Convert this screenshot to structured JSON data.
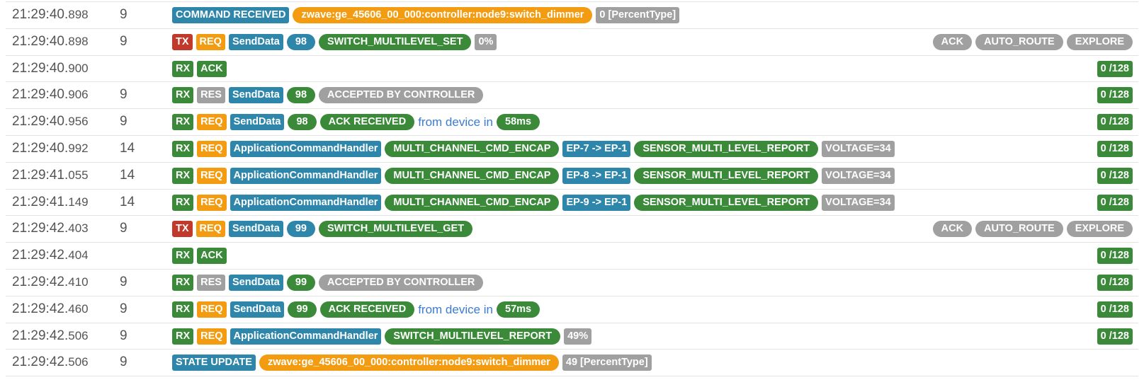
{
  "colors": {
    "red": "#c0392b",
    "orange": "#f39c12",
    "blue": "#2e86ab",
    "green": "#3a8a3a",
    "gray": "#a0a0a0",
    "link_blue": "#3a7bd5"
  },
  "rows": [
    {
      "time": "21:29:40.",
      "ms": "898",
      "node": "9",
      "tags": [
        {
          "text": "COMMAND RECEIVED",
          "style": "lbl",
          "color": "blue"
        },
        {
          "text": "zwave:ge_45606_00_000:controller:node9:switch_dimmer",
          "style": "pill",
          "color": "orange"
        },
        {
          "text": "0 [PercentType]",
          "style": "lbl",
          "color": "gray"
        }
      ],
      "right": []
    },
    {
      "time": "21:29:40.",
      "ms": "898",
      "node": "9",
      "tags": [
        {
          "text": "TX",
          "style": "lbl",
          "color": "red"
        },
        {
          "text": "REQ",
          "style": "lbl",
          "color": "orange"
        },
        {
          "text": "SendData",
          "style": "lbl",
          "color": "blue"
        },
        {
          "text": "98",
          "style": "pill",
          "color": "blue"
        },
        {
          "text": "SWITCH_MULTILEVEL_SET",
          "style": "pill",
          "color": "green"
        },
        {
          "text": "0%",
          "style": "lbl",
          "color": "gray"
        }
      ],
      "right": [
        {
          "text": "ACK",
          "style": "pill",
          "color": "gray"
        },
        {
          "text": "AUTO_ROUTE",
          "style": "pill",
          "color": "gray"
        },
        {
          "text": "EXPLORE",
          "style": "pill",
          "color": "gray"
        }
      ]
    },
    {
      "time": "21:29:40.",
      "ms": "900",
      "node": "",
      "tags": [
        {
          "text": "RX",
          "style": "lbl",
          "color": "green"
        },
        {
          "text": "ACK",
          "style": "lbl",
          "color": "green"
        }
      ],
      "right": [
        {
          "text": "0 /128",
          "style": "lbl",
          "color": "green"
        }
      ]
    },
    {
      "time": "21:29:40.",
      "ms": "906",
      "node": "9",
      "tags": [
        {
          "text": "RX",
          "style": "lbl",
          "color": "green"
        },
        {
          "text": "RES",
          "style": "lbl",
          "color": "gray"
        },
        {
          "text": "SendData",
          "style": "lbl",
          "color": "blue"
        },
        {
          "text": "98",
          "style": "pill",
          "color": "green"
        },
        {
          "text": "ACCEPTED BY CONTROLLER",
          "style": "pill",
          "color": "gray"
        }
      ],
      "right": [
        {
          "text": "0 /128",
          "style": "lbl",
          "color": "green"
        }
      ]
    },
    {
      "time": "21:29:40.",
      "ms": "956",
      "node": "9",
      "tags": [
        {
          "text": "RX",
          "style": "lbl",
          "color": "green"
        },
        {
          "text": "REQ",
          "style": "lbl",
          "color": "orange"
        },
        {
          "text": "SendData",
          "style": "lbl",
          "color": "blue"
        },
        {
          "text": "98",
          "style": "pill",
          "color": "green"
        },
        {
          "text": "ACK RECEIVED",
          "style": "pill",
          "color": "green"
        },
        {
          "text": "from device in",
          "style": "plain",
          "color": "link_blue"
        },
        {
          "text": "58ms",
          "style": "pill",
          "color": "green"
        }
      ],
      "right": [
        {
          "text": "0 /128",
          "style": "lbl",
          "color": "green"
        }
      ]
    },
    {
      "time": "21:29:40.",
      "ms": "992",
      "node": "14",
      "tags": [
        {
          "text": "RX",
          "style": "lbl",
          "color": "green"
        },
        {
          "text": "REQ",
          "style": "lbl",
          "color": "orange"
        },
        {
          "text": "ApplicationCommandHandler",
          "style": "lbl",
          "color": "blue"
        },
        {
          "text": "MULTI_CHANNEL_CMD_ENCAP",
          "style": "pill",
          "color": "green"
        },
        {
          "text": "EP-7 -> EP-1",
          "style": "lbl",
          "color": "blue"
        },
        {
          "text": "SENSOR_MULTI_LEVEL_REPORT",
          "style": "pill",
          "color": "green"
        },
        {
          "text": "VOLTAGE=34",
          "style": "lbl",
          "color": "gray"
        }
      ],
      "right": [
        {
          "text": "0 /128",
          "style": "lbl",
          "color": "green"
        }
      ]
    },
    {
      "time": "21:29:41.",
      "ms": "055",
      "node": "14",
      "tags": [
        {
          "text": "RX",
          "style": "lbl",
          "color": "green"
        },
        {
          "text": "REQ",
          "style": "lbl",
          "color": "orange"
        },
        {
          "text": "ApplicationCommandHandler",
          "style": "lbl",
          "color": "blue"
        },
        {
          "text": "MULTI_CHANNEL_CMD_ENCAP",
          "style": "pill",
          "color": "green"
        },
        {
          "text": "EP-8 -> EP-1",
          "style": "lbl",
          "color": "blue"
        },
        {
          "text": "SENSOR_MULTI_LEVEL_REPORT",
          "style": "pill",
          "color": "green"
        },
        {
          "text": "VOLTAGE=34",
          "style": "lbl",
          "color": "gray"
        }
      ],
      "right": [
        {
          "text": "0 /128",
          "style": "lbl",
          "color": "green"
        }
      ]
    },
    {
      "time": "21:29:41.",
      "ms": "149",
      "node": "14",
      "tags": [
        {
          "text": "RX",
          "style": "lbl",
          "color": "green"
        },
        {
          "text": "REQ",
          "style": "lbl",
          "color": "orange"
        },
        {
          "text": "ApplicationCommandHandler",
          "style": "lbl",
          "color": "blue"
        },
        {
          "text": "MULTI_CHANNEL_CMD_ENCAP",
          "style": "pill",
          "color": "green"
        },
        {
          "text": "EP-9 -> EP-1",
          "style": "lbl",
          "color": "blue"
        },
        {
          "text": "SENSOR_MULTI_LEVEL_REPORT",
          "style": "pill",
          "color": "green"
        },
        {
          "text": "VOLTAGE=34",
          "style": "lbl",
          "color": "gray"
        }
      ],
      "right": [
        {
          "text": "0 /128",
          "style": "lbl",
          "color": "green"
        }
      ]
    },
    {
      "time": "21:29:42.",
      "ms": "403",
      "node": "9",
      "tags": [
        {
          "text": "TX",
          "style": "lbl",
          "color": "red"
        },
        {
          "text": "REQ",
          "style": "lbl",
          "color": "orange"
        },
        {
          "text": "SendData",
          "style": "lbl",
          "color": "blue"
        },
        {
          "text": "99",
          "style": "pill",
          "color": "blue"
        },
        {
          "text": "SWITCH_MULTILEVEL_GET",
          "style": "pill",
          "color": "green"
        }
      ],
      "right": [
        {
          "text": "ACK",
          "style": "pill",
          "color": "gray"
        },
        {
          "text": "AUTO_ROUTE",
          "style": "pill",
          "color": "gray"
        },
        {
          "text": "EXPLORE",
          "style": "pill",
          "color": "gray"
        }
      ]
    },
    {
      "time": "21:29:42.",
      "ms": "404",
      "node": "",
      "tags": [
        {
          "text": "RX",
          "style": "lbl",
          "color": "green"
        },
        {
          "text": "ACK",
          "style": "lbl",
          "color": "green"
        }
      ],
      "right": [
        {
          "text": "0 /128",
          "style": "lbl",
          "color": "green"
        }
      ]
    },
    {
      "time": "21:29:42.",
      "ms": "410",
      "node": "9",
      "tags": [
        {
          "text": "RX",
          "style": "lbl",
          "color": "green"
        },
        {
          "text": "RES",
          "style": "lbl",
          "color": "gray"
        },
        {
          "text": "SendData",
          "style": "lbl",
          "color": "blue"
        },
        {
          "text": "99",
          "style": "pill",
          "color": "green"
        },
        {
          "text": "ACCEPTED BY CONTROLLER",
          "style": "pill",
          "color": "gray"
        }
      ],
      "right": [
        {
          "text": "0 /128",
          "style": "lbl",
          "color": "green"
        }
      ]
    },
    {
      "time": "21:29:42.",
      "ms": "460",
      "node": "9",
      "tags": [
        {
          "text": "RX",
          "style": "lbl",
          "color": "green"
        },
        {
          "text": "REQ",
          "style": "lbl",
          "color": "orange"
        },
        {
          "text": "SendData",
          "style": "lbl",
          "color": "blue"
        },
        {
          "text": "99",
          "style": "pill",
          "color": "green"
        },
        {
          "text": "ACK RECEIVED",
          "style": "pill",
          "color": "green"
        },
        {
          "text": "from device in",
          "style": "plain",
          "color": "link_blue"
        },
        {
          "text": "57ms",
          "style": "pill",
          "color": "green"
        }
      ],
      "right": [
        {
          "text": "0 /128",
          "style": "lbl",
          "color": "green"
        }
      ]
    },
    {
      "time": "21:29:42.",
      "ms": "506",
      "node": "9",
      "tags": [
        {
          "text": "RX",
          "style": "lbl",
          "color": "green"
        },
        {
          "text": "REQ",
          "style": "lbl",
          "color": "orange"
        },
        {
          "text": "ApplicationCommandHandler",
          "style": "lbl",
          "color": "blue"
        },
        {
          "text": "SWITCH_MULTILEVEL_REPORT",
          "style": "pill",
          "color": "green"
        },
        {
          "text": "49%",
          "style": "lbl",
          "color": "gray"
        }
      ],
      "right": [
        {
          "text": "0 /128",
          "style": "lbl",
          "color": "green"
        }
      ]
    },
    {
      "time": "21:29:42.",
      "ms": "506",
      "node": "9",
      "tags": [
        {
          "text": "STATE UPDATE",
          "style": "lbl",
          "color": "blue"
        },
        {
          "text": "zwave:ge_45606_00_000:controller:node9:switch_dimmer",
          "style": "pill",
          "color": "orange"
        },
        {
          "text": "49 [PercentType]",
          "style": "lbl",
          "color": "gray"
        }
      ],
      "right": []
    }
  ]
}
